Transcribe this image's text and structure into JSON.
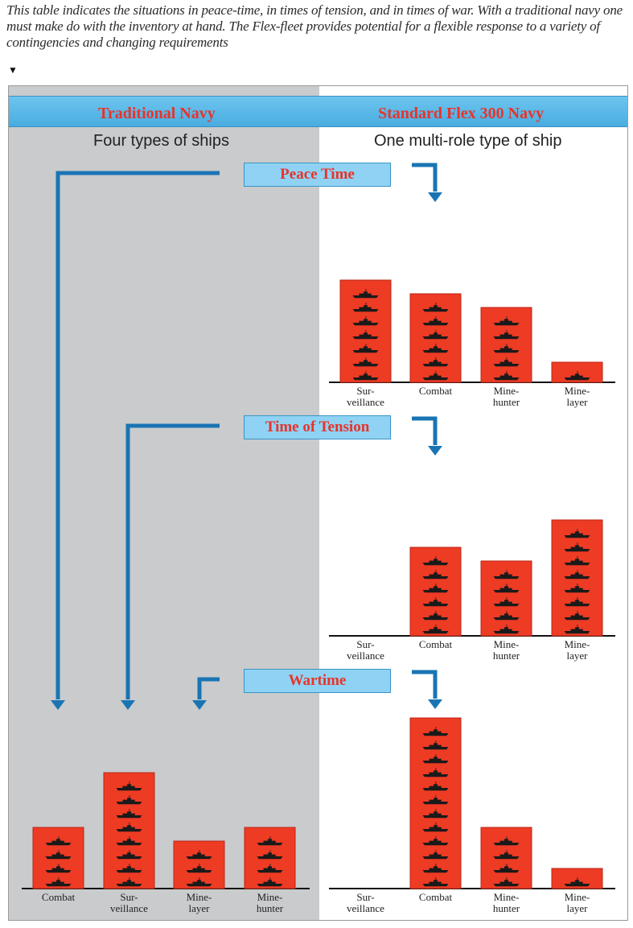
{
  "caption": "This table indicates the situations in peace-time, in times of tension, and in times of war. With a traditional navy one must make do with the inventory at hand. The Flex-fleet provides potential for a flexible response to a variety of contingencies and changing requirements",
  "caption_marker": "▼",
  "left_column": {
    "title": "Traditional Navy",
    "subtitle": "Four types of ships"
  },
  "right_column": {
    "title": "Standard Flex 300 Navy",
    "subtitle": "One multi-role type of ship"
  },
  "phases": [
    "Peace Time",
    "Time of Tension",
    "Wartime"
  ],
  "colors": {
    "bar": "#ee3b24",
    "header": "#5bb8e8",
    "arrow": "#1a74b4",
    "left_panel": "#c9cbcd"
  },
  "chart_data": [
    {
      "type": "bar",
      "title": "Peace Time",
      "categories": [
        "Sur-\nveillance",
        "Combat",
        "Mine-\nhunter",
        "Mine-\nlayer"
      ],
      "values": [
        7,
        6,
        5,
        1
      ]
    },
    {
      "type": "bar",
      "title": "Time of Tension",
      "categories": [
        "Sur-\nveillance",
        "Combat",
        "Mine-\nhunter",
        "Mine-\nlayer"
      ],
      "values": [
        0,
        6,
        5,
        8
      ]
    },
    {
      "type": "bar",
      "title": "Wartime",
      "categories": [
        "Sur-\nveillance",
        "Combat",
        "Mine-\nhunter",
        "Mine-\nlayer"
      ],
      "values": [
        0,
        12,
        4,
        1
      ]
    },
    {
      "type": "bar",
      "title": "Traditional Navy",
      "categories": [
        "Combat",
        "Sur-\nveillance",
        "Mine-\nlayer",
        "Mine-\nhunter"
      ],
      "values": [
        4,
        8,
        3,
        4
      ]
    }
  ]
}
